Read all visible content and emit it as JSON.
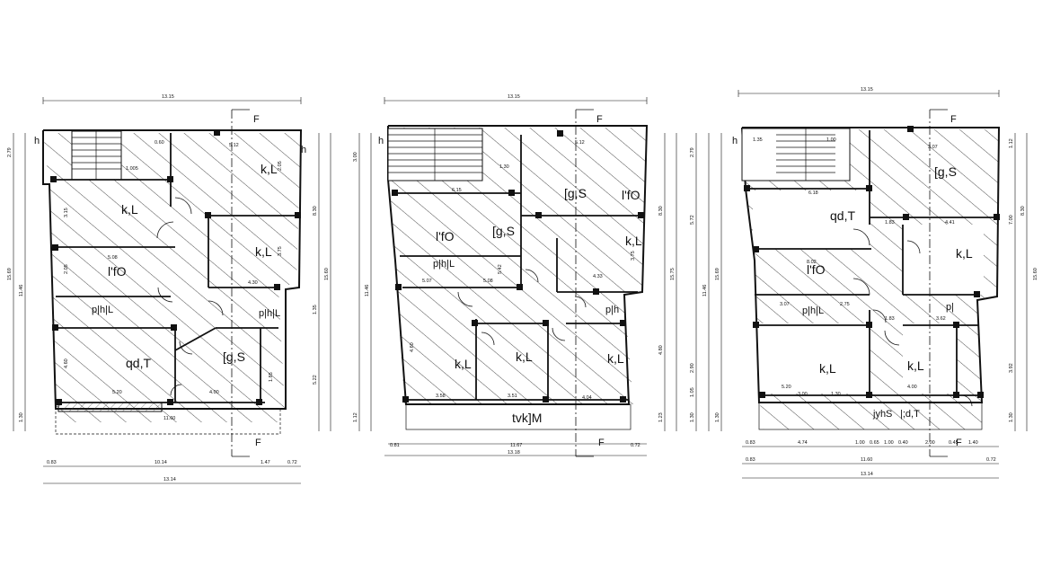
{
  "plans": [
    {
      "id": "plan-1",
      "top_dim": "13.15",
      "bottom_dims": [
        "0.83",
        "10.14",
        "1.47",
        "0.72"
      ],
      "bottom_total": "13.14",
      "inner_bottom_dim": "11.60",
      "left_dims": [
        "2.79",
        "11.46",
        "15.69",
        "1.30"
      ],
      "right_dims": [
        "8.30",
        "1.35",
        "5.22",
        "15.60"
      ],
      "section_label_top": "F",
      "section_label_bottom": "F",
      "stair_labels": [
        "h",
        "h"
      ],
      "rooms": [
        {
          "label": "k,L"
        },
        {
          "label": "k,L"
        },
        {
          "label": "k,L"
        },
        {
          "label": "l'fO"
        },
        {
          "label": "p|h|L"
        },
        {
          "label": "p|h|L"
        },
        {
          "label": "qd,T"
        },
        {
          "label": "[g,S"
        }
      ],
      "interior_dims": [
        "0.60",
        "5.12",
        "1.005",
        "4.30",
        "5.08",
        "5.20",
        "4.00",
        "3.15",
        "3.75",
        "2.05",
        "4.60",
        "2.05",
        "1.85"
      ]
    },
    {
      "id": "plan-2",
      "top_dim": "13.15",
      "bottom_dims": [
        "0.81",
        "11.67",
        "0.72"
      ],
      "bottom_total": "13.18",
      "left_dims": [
        "3.00",
        "11.46",
        "1.12"
      ],
      "right_dims": [
        "8.30",
        "15.75",
        "4.80",
        "1.23"
      ],
      "section_label_top": "F",
      "section_label_bottom": "F",
      "stair_labels": [
        "h"
      ],
      "rooms": [
        {
          "label": "[g,S"
        },
        {
          "label": "l'fO"
        },
        {
          "label": "l'fO"
        },
        {
          "label": "[g,S"
        },
        {
          "label": "k,L"
        },
        {
          "label": "p|h|L"
        },
        {
          "label": "p|h"
        },
        {
          "label": "k,L"
        },
        {
          "label": "k,L"
        },
        {
          "label": "k,L"
        },
        {
          "label": "tvk]M"
        }
      ],
      "interior_dims": [
        "5.12",
        "1.30",
        "6.15",
        "5.07",
        "5.08",
        "4.33",
        "3.58",
        "3.51",
        "4.04",
        "3.75",
        "5.42",
        "4.60"
      ]
    },
    {
      "id": "plan-3",
      "top_dim": "13.15",
      "bottom_dims": [
        "0.83",
        "4.74",
        "1.00",
        "0.65",
        "1.00",
        "0.40",
        "2.00",
        "0.45",
        "1.40"
      ],
      "bottom_total_mid": "11.60",
      "bottom_total_mid_side": [
        "0.83",
        "0.72"
      ],
      "bottom_total": "13.14",
      "left_dims": [
        "2.79",
        "5.72",
        "11.46",
        "2.90",
        "1.05",
        "1.30",
        "15.69",
        "1.30"
      ],
      "right_dims": [
        "1.12",
        "7.00",
        "8.30",
        "15.60",
        "3.92",
        "1.30"
      ],
      "section_label_top": "F",
      "section_label_bottom": "F",
      "stair_labels": [
        "h"
      ],
      "rooms": [
        {
          "label": "[g,S"
        },
        {
          "label": "qd,T"
        },
        {
          "label": "k,L"
        },
        {
          "label": "l'fO"
        },
        {
          "label": "p|h|L"
        },
        {
          "label": "p|"
        },
        {
          "label": "k,L"
        },
        {
          "label": "k,L"
        },
        {
          "label": "jyhS"
        },
        {
          "label": "|;d,T"
        }
      ],
      "interior_dims": [
        "1.35",
        "1.00",
        "3.07",
        "6.18",
        "8.02",
        "3.07",
        "2.75",
        "1.83",
        "4.41",
        "1.83",
        "3.62",
        "5.20",
        "4.00",
        "3.00",
        "1.30"
      ]
    }
  ]
}
